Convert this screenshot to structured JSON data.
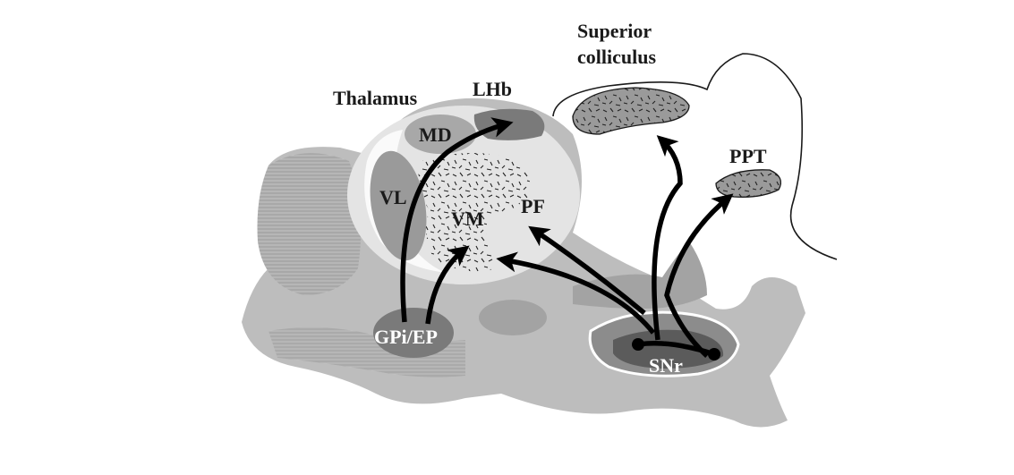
{
  "diagram": {
    "labels": {
      "superior_line1": "Superior",
      "superior_line2": "colliculus",
      "thalamus": "Thalamus",
      "lhb": "LHb",
      "md": "MD",
      "vl": "VL",
      "vm": "VM",
      "pf": "PF",
      "ppt": "PPT",
      "gpi_ep": "GPi/EP",
      "snr": "SNr"
    },
    "colors": {
      "background": "#ffffff",
      "brain_light": "#bdbdbd",
      "brain_mid": "#a3a3a3",
      "thalamus_fill": "#e6e6e6",
      "nucleus_dark": "#7a7a7a",
      "snr_dark": "#5b5b5b",
      "arrow": "#000000"
    }
  }
}
